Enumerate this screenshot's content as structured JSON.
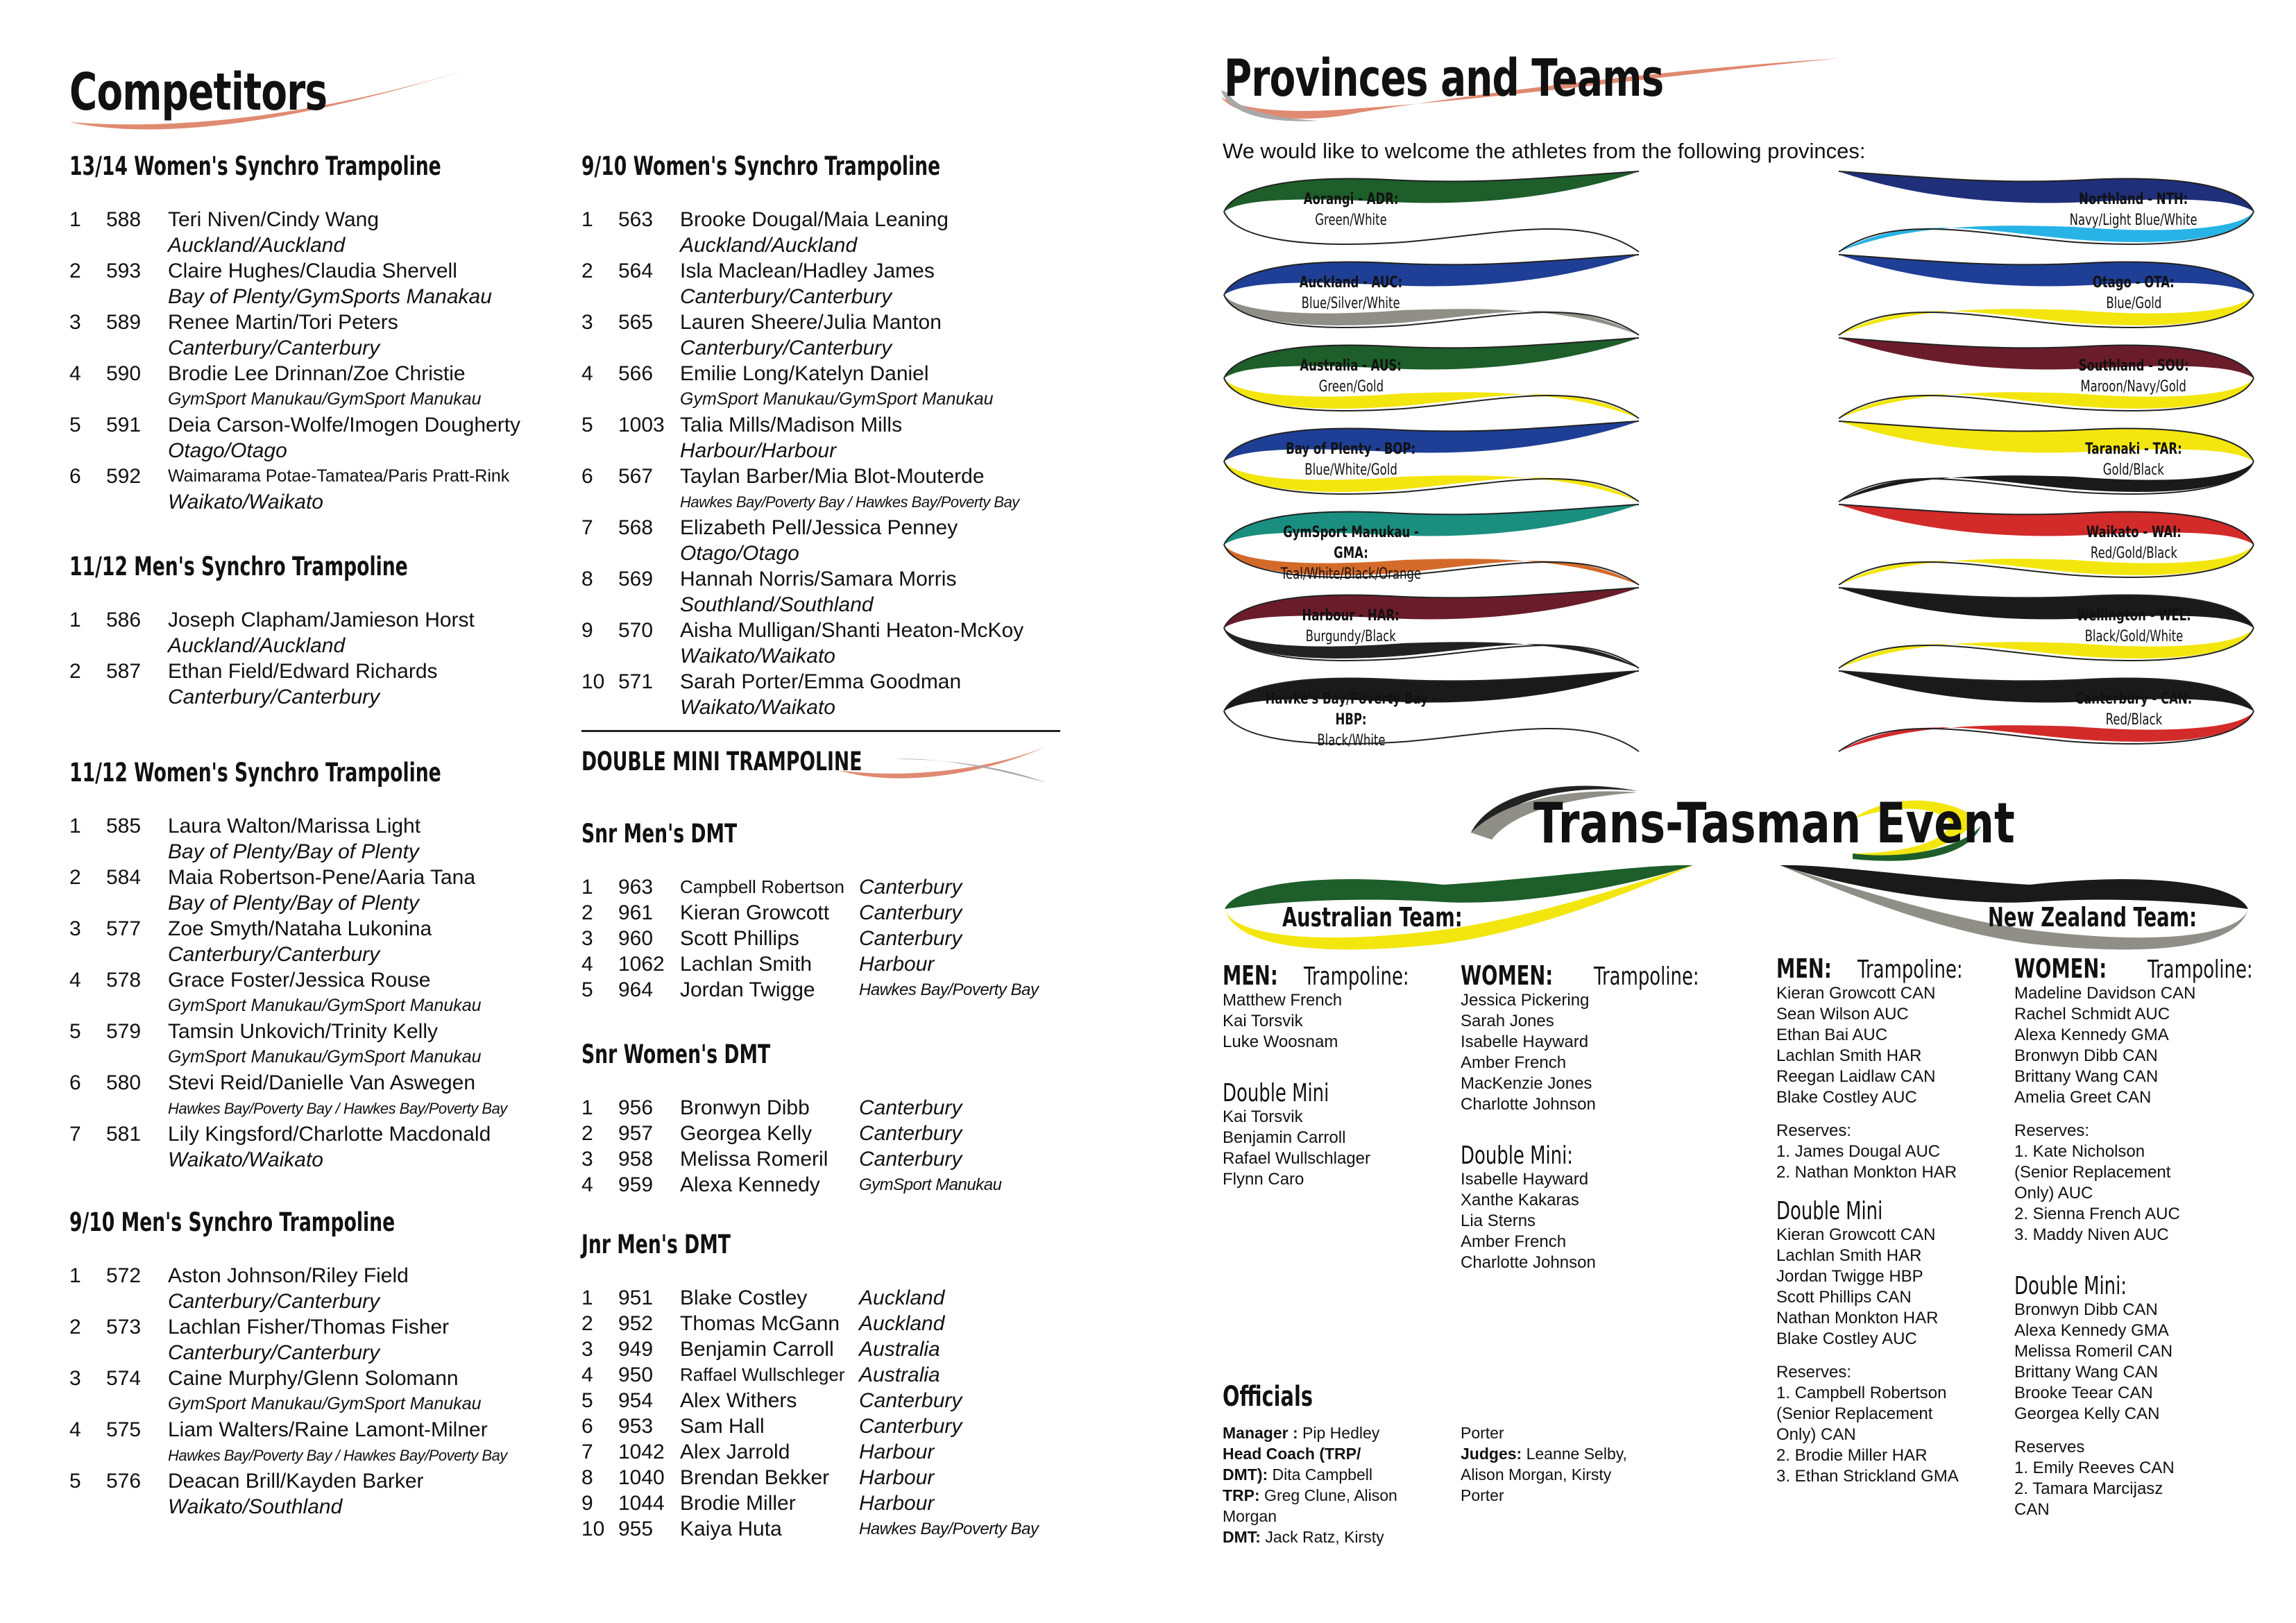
{
  "competitors": {
    "title": "Competitors",
    "sections": [
      {
        "title": "13/14 Women's Synchro Trampoline",
        "entries": [
          {
            "no": "1",
            "code": "588",
            "names": "Teri Niven/Cindy Wang",
            "clubs": "Auckland/Auckland"
          },
          {
            "no": "2",
            "code": "593",
            "names": "Claire Hughes/Claudia Shervell",
            "clubs": "Bay of Plenty/GymSports Manakau"
          },
          {
            "no": "3",
            "code": "589",
            "names": "Renee Martin/Tori Peters",
            "clubs": "Canterbury/Canterbury"
          },
          {
            "no": "4",
            "code": "590",
            "names": "Brodie Lee Drinnan/Zoe Christie",
            "clubs": "GymSport Manukau/GymSport Manukau"
          },
          {
            "no": "5",
            "code": "591",
            "names": "Deia Carson-Wolfe/Imogen Dougherty",
            "clubs": "Otago/Otago"
          },
          {
            "no": "6",
            "code": "592",
            "names": "Waimarama Potae-Tamatea/Paris Pratt-Rink",
            "clubs": "Waikato/Waikato"
          }
        ]
      },
      {
        "title": "11/12 Men's Synchro Trampoline",
        "entries": [
          {
            "no": "1",
            "code": "586",
            "names": "Joseph Clapham/Jamieson Horst",
            "clubs": "Auckland/Auckland"
          },
          {
            "no": "2",
            "code": "587",
            "names": "Ethan Field/Edward Richards",
            "clubs": "Canterbury/Canterbury"
          }
        ]
      },
      {
        "title": "11/12 Women's Synchro Trampoline",
        "entries": [
          {
            "no": "1",
            "code": "585",
            "names": "Laura Walton/Marissa Light",
            "clubs": "Bay of Plenty/Bay of Plenty"
          },
          {
            "no": "2",
            "code": "584",
            "names": "Maia Robertson-Pene/Aaria Tana",
            "clubs": "Bay of Plenty/Bay of Plenty"
          },
          {
            "no": "3",
            "code": "577",
            "names": "Zoe Smyth/Nataha Lukonina",
            "clubs": "Canterbury/Canterbury"
          },
          {
            "no": "4",
            "code": "578",
            "names": "Grace Foster/Jessica Rouse",
            "clubs": "GymSport Manukau/GymSport Manukau"
          },
          {
            "no": "5",
            "code": "579",
            "names": "Tamsin Unkovich/Trinity Kelly",
            "clubs": "GymSport Manukau/GymSport Manukau"
          },
          {
            "no": "6",
            "code": "580",
            "names": "Stevi Reid/Danielle Van Aswegen",
            "clubs": "Hawkes Bay/Poverty Bay / Hawkes Bay/Poverty Bay"
          },
          {
            "no": "7",
            "code": "581",
            "names": "Lily Kingsford/Charlotte Macdonald",
            "clubs": "Waikato/Waikato"
          }
        ]
      },
      {
        "title": "9/10 Men's Synchro Trampoline",
        "entries": [
          {
            "no": "1",
            "code": "572",
            "names": "Aston Johnson/Riley Field",
            "clubs": "Canterbury/Canterbury"
          },
          {
            "no": "2",
            "code": "573",
            "names": "Lachlan Fisher/Thomas Fisher",
            "clubs": "Canterbury/Canterbury"
          },
          {
            "no": "3",
            "code": "574",
            "names": "Caine Murphy/Glenn Solomann",
            "clubs": "GymSport Manukau/GymSport Manukau"
          },
          {
            "no": "4",
            "code": "575",
            "names": "Liam Walters/Raine Lamont-Milner",
            "clubs": "Hawkes Bay/Poverty Bay / Hawkes Bay/Poverty Bay"
          },
          {
            "no": "5",
            "code": "576",
            "names": "Deacan Brill/Kayden Barker",
            "clubs": "Waikato/Southland"
          }
        ]
      },
      {
        "title": "9/10 Women's Synchro Trampoline",
        "entries": [
          {
            "no": "1",
            "code": "563",
            "names": "Brooke Dougal/Maia Leaning",
            "clubs": "Auckland/Auckland"
          },
          {
            "no": "2",
            "code": "564",
            "names": "Isla Maclean/Hadley James",
            "clubs": "Canterbury/Canterbury"
          },
          {
            "no": "3",
            "code": "565",
            "names": "Lauren Sheere/Julia Manton",
            "clubs": "Canterbury/Canterbury"
          },
          {
            "no": "4",
            "code": "566",
            "names": "Emilie Long/Katelyn Daniel",
            "clubs": "GymSport Manukau/GymSport Manukau"
          },
          {
            "no": "5",
            "code": "1003",
            "names": "Talia Mills/Madison Mills",
            "clubs": "Harbour/Harbour"
          },
          {
            "no": "6",
            "code": "567",
            "names": "Taylan Barber/Mia Blot-Mouterde",
            "clubs": "Hawkes Bay/Poverty Bay / Hawkes Bay/Poverty Bay"
          },
          {
            "no": "7",
            "code": "568",
            "names": "Elizabeth Pell/Jessica Penney",
            "clubs": "Otago/Otago"
          },
          {
            "no": "8",
            "code": "569",
            "names": "Hannah Norris/Samara Morris",
            "clubs": "Southland/Southland"
          },
          {
            "no": "9",
            "code": "570",
            "names": "Aisha Mulligan/Shanti Heaton-McKoy",
            "clubs": "Waikato/Waikato"
          },
          {
            "no": "10",
            "code": "571",
            "names": "Sarah Porter/Emma Goodman",
            "clubs": "Waikato/Waikato"
          }
        ]
      }
    ]
  },
  "dmt": {
    "title": "DOUBLE MINI TRAMPOLINE",
    "sections": [
      {
        "title": "Snr Men's DMT",
        "entries": [
          {
            "no": "1",
            "code": "963",
            "name": "Campbell Robertson",
            "club": "Canterbury"
          },
          {
            "no": "2",
            "code": "961",
            "name": "Kieran Growcott",
            "club": "Canterbury"
          },
          {
            "no": "3",
            "code": "960",
            "name": "Scott Phillips",
            "club": "Canterbury"
          },
          {
            "no": "4",
            "code": "1062",
            "name": "Lachlan Smith",
            "club": "Harbour"
          },
          {
            "no": "5",
            "code": "964",
            "name": "Jordan Twigge",
            "club": "Hawkes Bay/Poverty Bay"
          }
        ]
      },
      {
        "title": "Snr Women's DMT",
        "entries": [
          {
            "no": "1",
            "code": "956",
            "name": "Bronwyn Dibb",
            "club": "Canterbury"
          },
          {
            "no": "2",
            "code": "957",
            "name": "Georgea Kelly",
            "club": "Canterbury"
          },
          {
            "no": "3",
            "code": "958",
            "name": "Melissa Romeril",
            "club": "Canterbury"
          },
          {
            "no": "4",
            "code": "959",
            "name": "Alexa Kennedy",
            "club": "GymSport Manukau"
          }
        ]
      },
      {
        "title": "Jnr Men's DMT",
        "entries": [
          {
            "no": "1",
            "code": "951",
            "name": "Blake Costley",
            "club": "Auckland"
          },
          {
            "no": "2",
            "code": "952",
            "name": "Thomas McGann",
            "club": "Auckland"
          },
          {
            "no": "3",
            "code": "949",
            "name": "Benjamin Carroll",
            "club": "Australia"
          },
          {
            "no": "4",
            "code": "950",
            "name": "Raffael Wullschleger",
            "club": "Australia"
          },
          {
            "no": "5",
            "code": "954",
            "name": "Alex Withers",
            "club": "Canterbury"
          },
          {
            "no": "6",
            "code": "953",
            "name": "Sam Hall",
            "club": "Canterbury"
          },
          {
            "no": "7",
            "code": "1042",
            "name": "Alex Jarrold",
            "club": "Harbour"
          },
          {
            "no": "8",
            "code": "1040",
            "name": "Brendan Bekker",
            "club": "Harbour"
          },
          {
            "no": "9",
            "code": "1044",
            "name": "Brodie Miller",
            "club": "Harbour"
          },
          {
            "no": "10",
            "code": "955",
            "name": "Kaiya Huta",
            "club": "Hawkes Bay/Poverty Bay"
          }
        ]
      }
    ]
  },
  "provinces": {
    "title": "Provinces and Teams",
    "intro": "We would like to welcome the athletes from the following provinces:",
    "left": [
      {
        "name": "Aorangi - ADR:",
        "colours": "Green/White",
        "c1": "#1d5e2a",
        "c2": "#ffffff"
      },
      {
        "name": "Auckland - AUC:",
        "colours": "Blue/Silver/White",
        "c1": "#1f3f96",
        "c2": "#8f8f87"
      },
      {
        "name": "Australia - AUS:",
        "colours": "Green/Gold",
        "c1": "#1d5e2a",
        "c2": "#f3e60e"
      },
      {
        "name": "Bay of Plenty - BOP:",
        "colours": "Blue/White/Gold",
        "c1": "#1f3f96",
        "c2": "#f3e60e"
      },
      {
        "name": "GymSport Manukau - GMA:",
        "colours": "Teal/White/Black/Orange",
        "c1": "#1a8f80",
        "c2": "#d46a2a"
      },
      {
        "name": "Harbour - HAR:",
        "colours": "Burgundy/Black",
        "c1": "#6b1c2a",
        "c2": "#222222"
      },
      {
        "name": "Hawke's Bay/Poverty Bay - HBP:",
        "colours": "Black/White",
        "c1": "#1a1a1a",
        "c2": "#ffffff"
      }
    ],
    "right": [
      {
        "name": "Northland - NTH:",
        "colours": "Navy/Light Blue/White",
        "c1": "#1f2f7a",
        "c2": "#27b3e6"
      },
      {
        "name": "Otago - OTA:",
        "colours": "Blue/Gold",
        "c1": "#1f3f96",
        "c2": "#f3e60e"
      },
      {
        "name": "Southland - SOU:",
        "colours": "Maroon/Navy/Gold",
        "c1": "#6b1c2a",
        "c2": "#f3e60e"
      },
      {
        "name": "Taranaki - TAR:",
        "colours": "Gold/Black",
        "c1": "#f3e60e",
        "c2": "#1a1a1a"
      },
      {
        "name": "Waikato - WAI:",
        "colours": "Red/Gold/Black",
        "c1": "#d32a2a",
        "c2": "#f3e60e"
      },
      {
        "name": "Wellington - WEL:",
        "colours": "Black/Gold/White",
        "c1": "#1a1a1a",
        "c2": "#f3e60e"
      },
      {
        "name": "Canterbury - CAN:",
        "colours": "Red/Black",
        "c1": "#1a1a1a",
        "c2": "#d32a2a"
      }
    ]
  },
  "trans_tasman": {
    "title": "Trans-Tasman Event",
    "aus_team": "Australian Team:",
    "nz_team": "New Zealand Team:",
    "men": "MEN:",
    "women": "WOMEN:",
    "aus_men": {
      "tramp_title": "Trampoline:",
      "tramp": [
        "Matthew French",
        "Kai Torsvik",
        "Luke Woosnam"
      ],
      "dm_title": "Double Mini",
      "dm": [
        "Kai Torsvik",
        "Benjamin Carroll",
        "Rafael Wullschlager",
        "Flynn Caro"
      ]
    },
    "aus_women": {
      "tramp_title": "Trampoline:",
      "tramp": [
        "Jessica Pickering",
        "Sarah Jones",
        "Isabelle Hayward",
        "Amber French",
        "MacKenzie Jones",
        "Charlotte Johnson"
      ],
      "dm_title": "Double Mini:",
      "dm": [
        "Isabelle Hayward",
        "Xanthe Kakaras",
        "Lia Sterns",
        "Amber French",
        "Charlotte Johnson"
      ]
    },
    "nz_men": {
      "tramp_title": "Trampoline:",
      "tramp": [
        "Kieran Growcott CAN",
        "Sean Wilson AUC",
        "Ethan Bai  AUC",
        "Lachlan Smith HAR",
        "Reegan Laidlaw CAN",
        "Blake Costley  AUC"
      ],
      "res_title": "Reserves:",
      "tramp_res": [
        "1. James Dougal AUC",
        "2. Nathan Monkton HAR"
      ],
      "dm_title": "Double Mini",
      "dm": [
        "Kieran Growcott CAN",
        "Lachlan Smith HAR",
        "Jordan Twigge HBP",
        "Scott Phillips  CAN",
        "Nathan Monkton HAR",
        "Blake Costley AUC"
      ],
      "dm_res": [
        "1. Campbell Robertson",
        "(Senior Replacement",
        "Only) CAN",
        "2. Brodie Miller HAR",
        "3. Ethan Strickland GMA"
      ]
    },
    "nz_women": {
      "tramp_title": "Trampoline:",
      "tramp": [
        "Madeline Davidson CAN",
        "Rachel Schmidt AUC",
        "Alexa Kennedy GMA",
        "Bronwyn Dibb CAN",
        "Brittany Wang CAN",
        "Amelia Greet CAN"
      ],
      "res_title": "Reserves:",
      "tramp_res": [
        "1. Kate Nicholson",
        "(Senior Replacement",
        "Only) AUC",
        "2. Sienna French AUC",
        "3. Maddy Niven AUC"
      ],
      "dm_title": "Double Mini:",
      "dm": [
        "Bronwyn Dibb CAN",
        "Alexa Kennedy GMA",
        "Melissa Romeril CAN",
        "Brittany Wang CAN",
        "Brooke Teear CAN",
        "Georgea Kelly CAN"
      ],
      "dm_res_title": "Reserves",
      "dm_res": [
        "1. Emily Reeves CAN",
        "2. Tamara Marcijasz",
        "CAN"
      ]
    }
  },
  "officials": {
    "title": "Officials",
    "manager_label": "Manager :",
    "manager": " Pip Hedley",
    "coach_label": "Head Coach (TRP/",
    "coach_label2": "DMT):",
    "coach": " Dita Campbell",
    "trp_label": "TRP:",
    "trp": " Greg Clune, Alison",
    "trp2": "Morgan",
    "dmt_label": "DMT:",
    "dmt": " Jack Ratz, Kirsty",
    "col2_1": "Porter",
    "judges_label": "Judges:",
    "judges": " Leanne Selby,",
    "judges2": "Alison Morgan, Kirsty",
    "judges3": "Porter"
  }
}
